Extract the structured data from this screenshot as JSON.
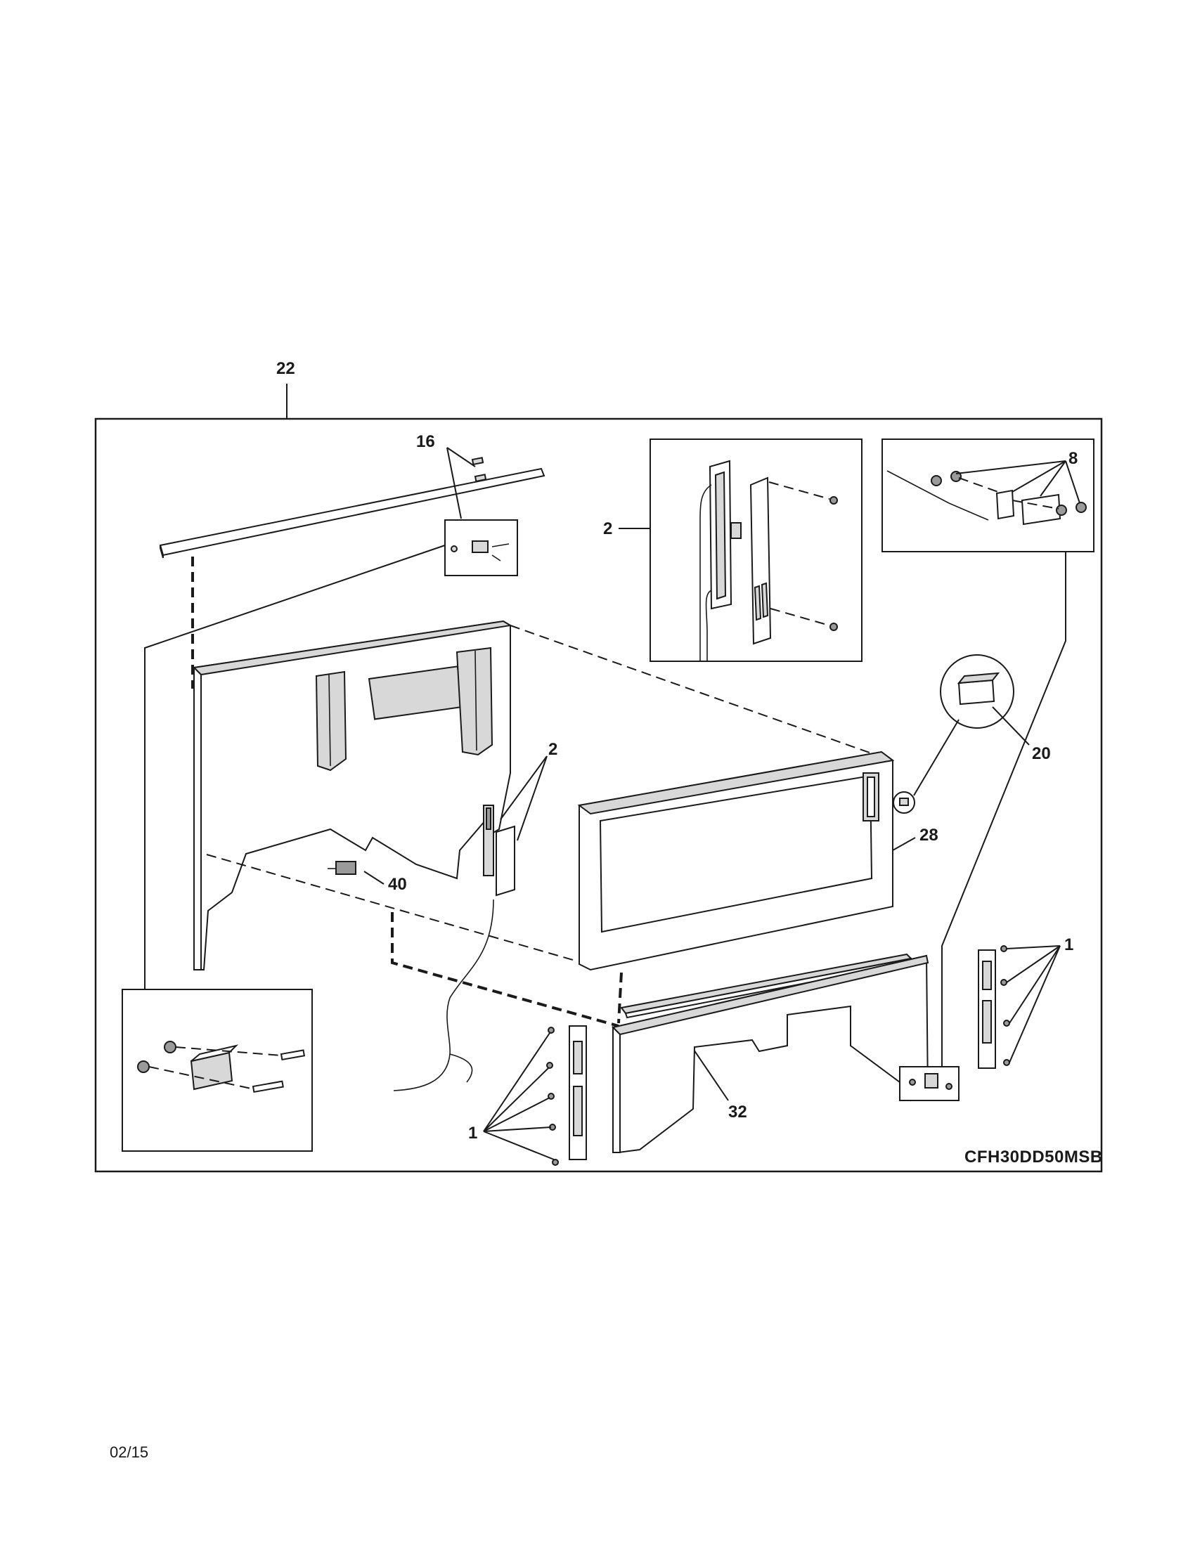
{
  "diagram": {
    "model": "CFH30DD50MSB",
    "date": "02/15",
    "callouts": {
      "c22": "22",
      "c16": "16",
      "c2a": "2",
      "c8": "8",
      "c2b": "2",
      "c20": "20",
      "c28": "28",
      "c40": "40",
      "c1a": "1",
      "c32": "32",
      "c1b": "1"
    }
  }
}
